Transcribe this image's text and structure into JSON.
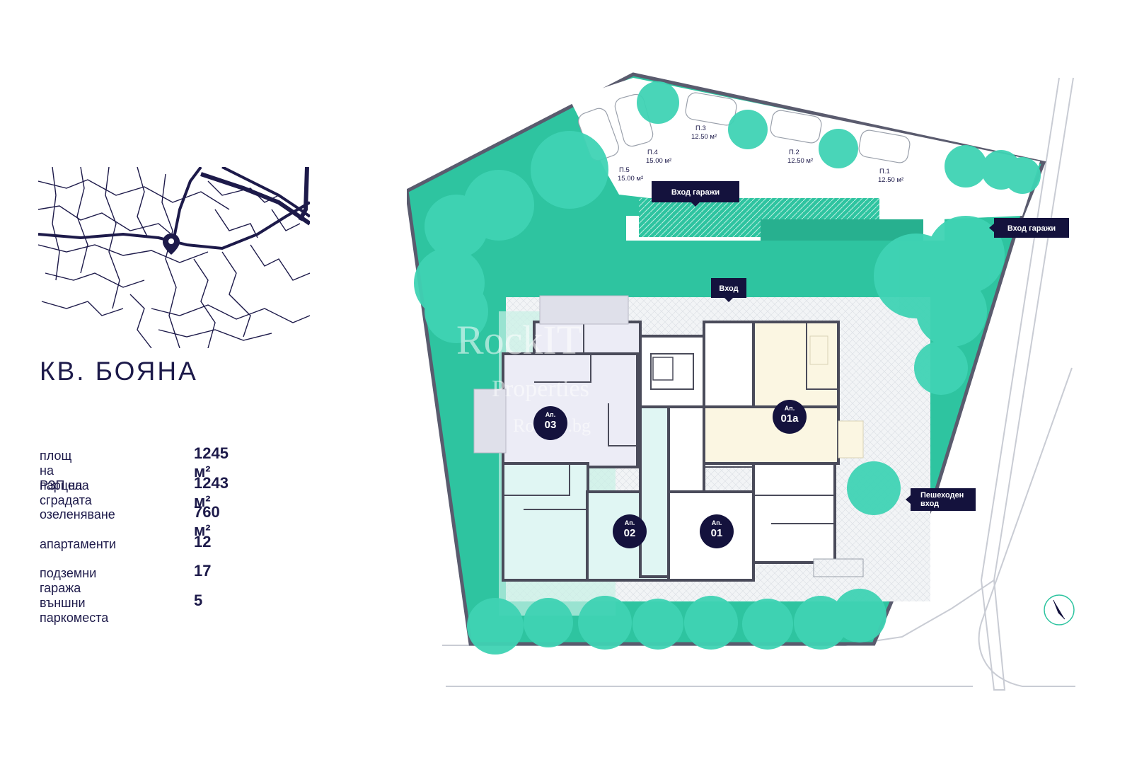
{
  "location": {
    "district": "КВ. БОЯНА",
    "pin_icon": "map-pin-icon"
  },
  "facts": [
    {
      "label": "площ на парцела",
      "value": "1245 м²"
    },
    {
      "label": "РЗП на сградата",
      "value": "1243 м²"
    },
    {
      "label": "озеленяване",
      "value": "760 м²"
    },
    {
      "label": "апартаменти",
      "value": "12"
    },
    {
      "label": "подземни гаража",
      "value": "17"
    },
    {
      "label": "външни паркоместа",
      "value": "5"
    }
  ],
  "plan": {
    "signs": {
      "garage_entry_1": "Вход гаражи",
      "garage_entry_2": "Вход гаражи",
      "entrance": "Вход",
      "pedestrian_line1": "Пешеходен",
      "pedestrian_line2": "вход"
    },
    "parking": [
      {
        "name": "П.1",
        "area": "12.50 м²"
      },
      {
        "name": "П.2",
        "area": "12.50 м²"
      },
      {
        "name": "П.3",
        "area": "12.50 м²"
      },
      {
        "name": "П.4",
        "area": "15.00 м²"
      },
      {
        "name": "П.5",
        "area": "15.00 м²"
      }
    ],
    "apartments": [
      {
        "prefix": "Ап.",
        "number": "03"
      },
      {
        "prefix": "Ап.",
        "number": "01a"
      },
      {
        "prefix": "Ап.",
        "number": "02"
      },
      {
        "prefix": "Ап.",
        "number": "01"
      }
    ],
    "watermark": {
      "line1": "RockIT",
      "line2": "Properties",
      "line3": "RockIT.bg"
    },
    "compass_icon": "north-arrow-icon",
    "colors": {
      "navy": "#14123d",
      "green": "#2ec4a0",
      "tree": "#3fd3b4",
      "apt03": "#ececf6",
      "apt01a": "#fbf6e2",
      "apt02": "#e0f6f3",
      "apt01": "#ffffff"
    }
  }
}
